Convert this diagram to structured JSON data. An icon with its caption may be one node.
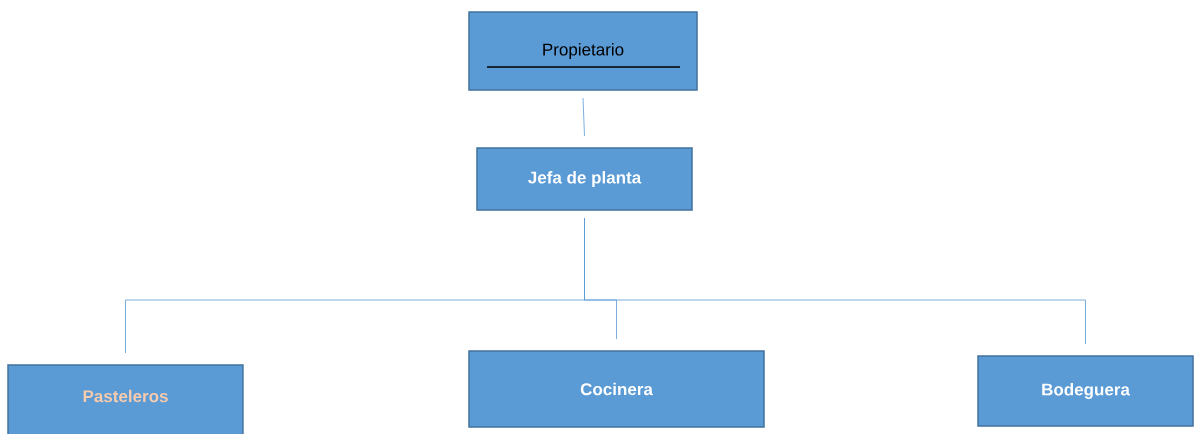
{
  "diagram": {
    "nodes": [
      {
        "text": [
          "Propietario"
        ]
      },
      {
        "text": [
          "Jefa de planta"
        ]
      },
      {
        "text": [
          "Pasteleros"
        ]
      },
      {
        "text": [
          "Cocinera"
        ]
      },
      {
        "text": [
          "Bodeguera"
        ]
      }
    ],
    "edges": [
      {
        "from": 0,
        "to": 1,
        "arrow": "none"
      },
      {
        "from": 1,
        "to": 2,
        "arrow": "none"
      },
      {
        "from": 1,
        "to": 3,
        "arrow": "none"
      },
      {
        "from": 1,
        "to": 4,
        "arrow": "none"
      }
    ]
  }
}
